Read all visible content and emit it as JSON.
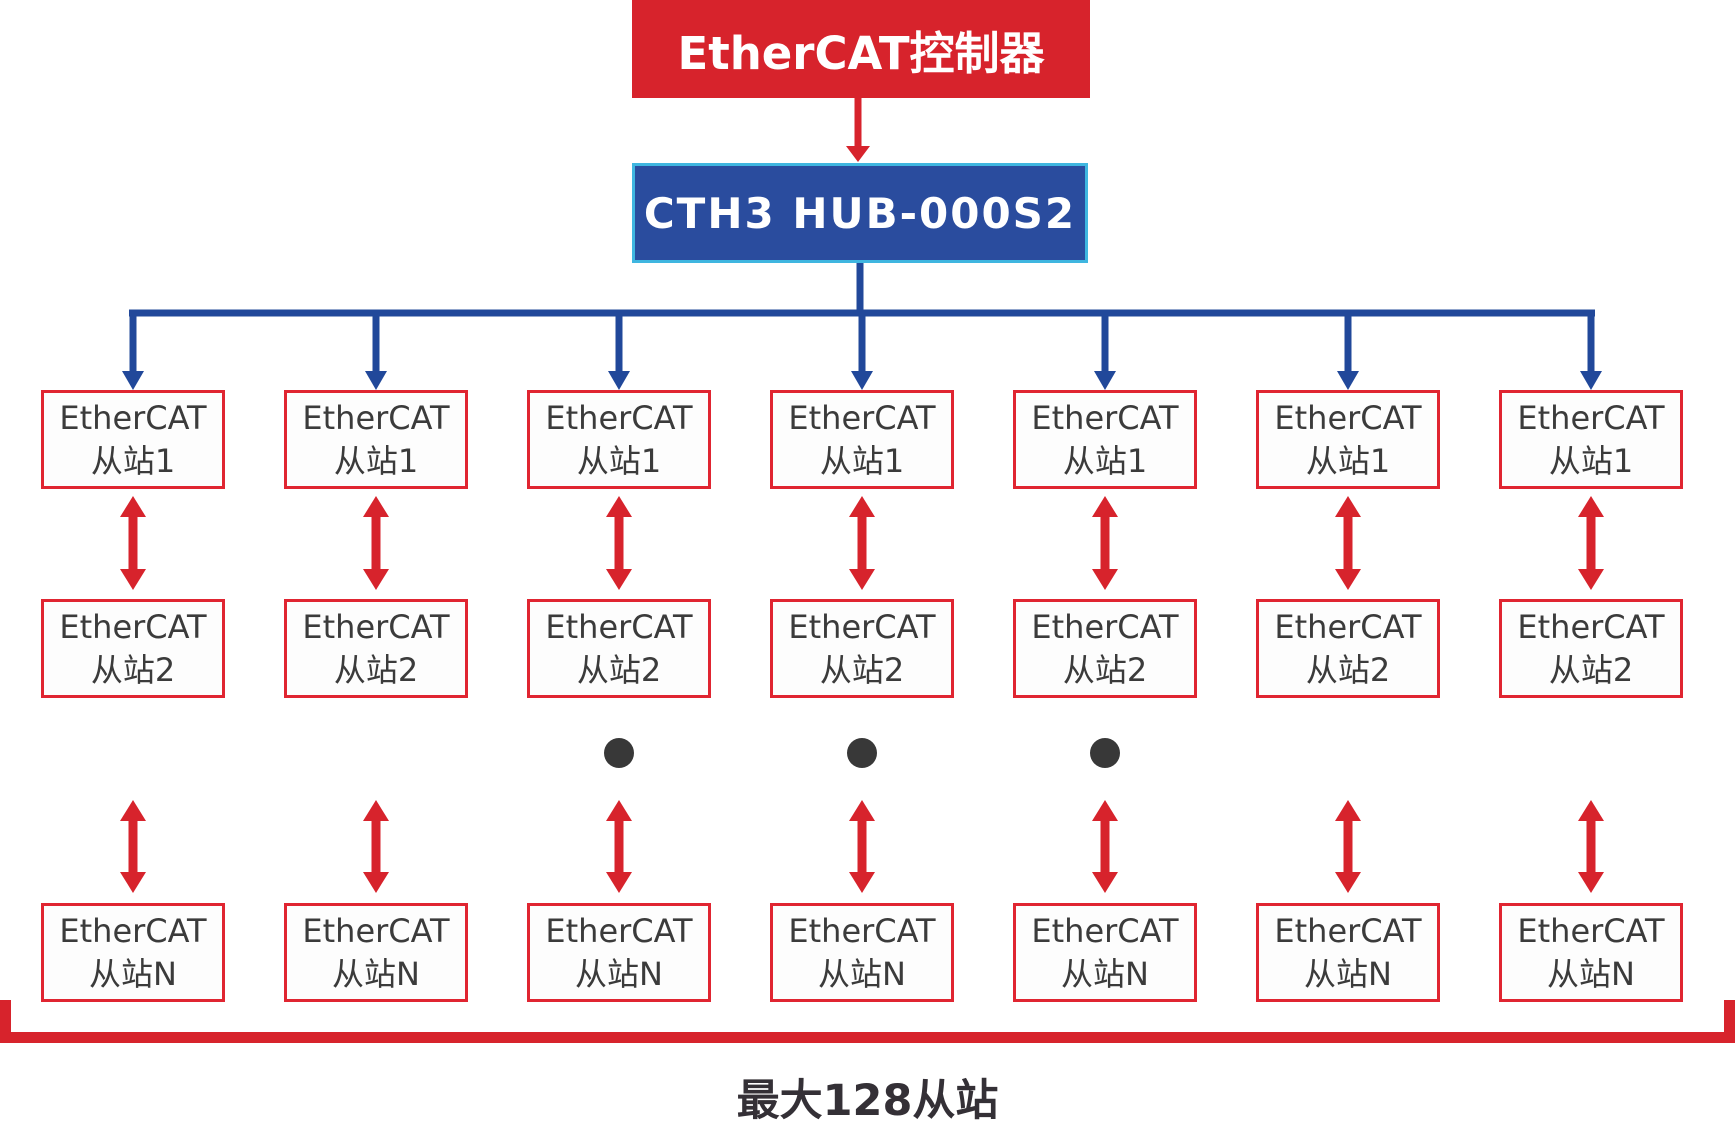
{
  "controller": {
    "label": "EtherCAT控制器"
  },
  "hub": {
    "label": "CTH3 HUB-000S2"
  },
  "slaves": {
    "column_count": 7,
    "rows": [
      {
        "line1": "EtherCAT",
        "line2": "从站1"
      },
      {
        "line1": "EtherCAT",
        "line2": "从站2"
      },
      {
        "line1": "EtherCAT",
        "line2": "从站N"
      }
    ],
    "ellipsis_columns": [
      3,
      4,
      5
    ]
  },
  "footer": {
    "label": "最大128从站"
  },
  "colors": {
    "red": "#d7232c",
    "controller_fill": "#d7232c",
    "blue_line": "#21489a",
    "hub_fill": "#2a4c9e",
    "hub_border_cyan": "#3fb6e0",
    "slave_border": "#e02531",
    "slave_fill": "#fdfdfd",
    "slave_text": "#3b3b3b",
    "dot": "#383838",
    "footer_text": "#343036"
  }
}
